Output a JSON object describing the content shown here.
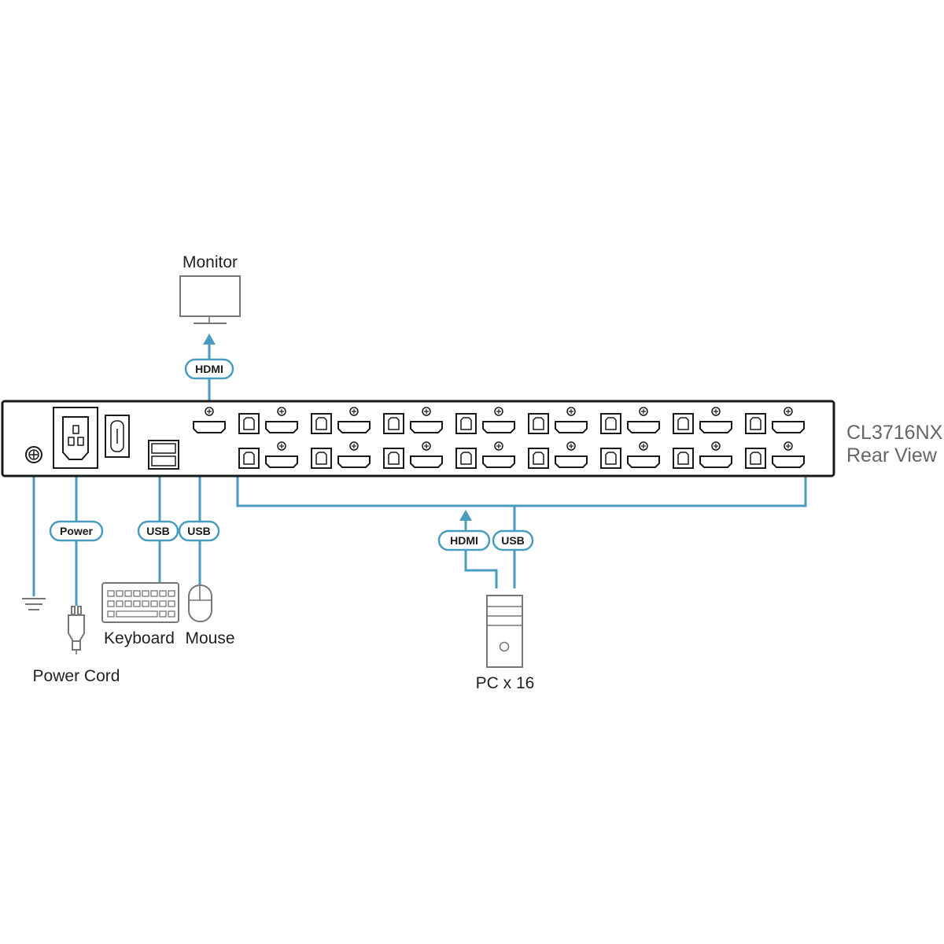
{
  "device": {
    "model": "CL3716NX",
    "view": "Rear View"
  },
  "peripherals": {
    "monitor": "Monitor",
    "keyboard": "Keyboard",
    "mouse": "Mouse",
    "power_cord": "Power Cord",
    "pc": "PC x 16"
  },
  "cables": {
    "monitor_hdmi": "HDMI",
    "power": "Power",
    "keyboard_usb": "USB",
    "mouse_usb": "USB",
    "pc_hdmi": "HDMI",
    "pc_usb": "USB"
  },
  "colors": {
    "cable": "#4a9cbf",
    "device_outline": "#777777",
    "chassis": "#1a1a1a"
  }
}
